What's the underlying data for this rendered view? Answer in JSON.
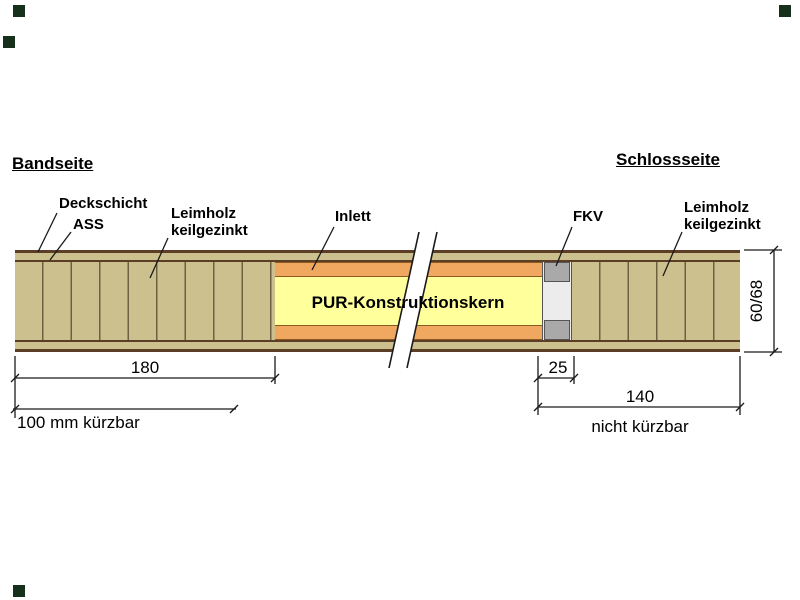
{
  "titles": {
    "bandseite": "Bandseite",
    "schlossseite": "Schlossseite"
  },
  "labels": {
    "deckschicht": "Deckschicht",
    "ass": "ASS",
    "leimholz_left_line1": "Leimholz",
    "leimholz_left_line2": "keilgezinkt",
    "inlett": "Inlett",
    "fkv": "FKV",
    "leimholz_right_line1": "Leimholz",
    "leimholz_right_line2": "keilgezinkt",
    "core": "PUR-Konstruktionskern"
  },
  "dimensions": {
    "left_width": "180",
    "left_note": "100 mm kürzbar",
    "fkv_width": "25",
    "right_width": "140",
    "right_note": "nicht kürzbar",
    "thickness": "60/68"
  },
  "colors": {
    "wood": "#cdc08f",
    "wood_line": "#6e6142",
    "edge_band": "#5c3d26",
    "inlett_orange": "#f0a860",
    "core_yellow": "#ffff9c",
    "fkv_gray": "#a9a9a9",
    "marker_green": "#17301c"
  }
}
